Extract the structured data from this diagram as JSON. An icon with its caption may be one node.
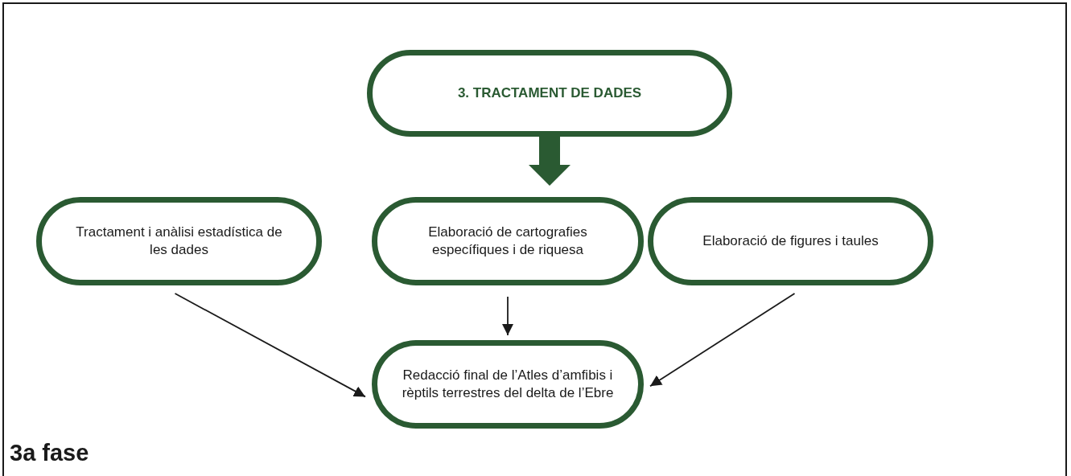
{
  "diagram": {
    "caption": "3a fase",
    "nodes": [
      {
        "text": [
          "3. TRACTAMENT DE DADES"
        ]
      },
      {
        "text": [
          "Tractament i anàlisi estadística de les dades"
        ]
      },
      {
        "text": [
          "Elaboració de cartografies específiques i de riquesa"
        ]
      },
      {
        "text": [
          "Elaboració de figures i taules"
        ]
      },
      {
        "text": [
          "Redacció final de l’Atles d’amfibis i rèptils terrestres del delta de l’Ebre"
        ]
      }
    ],
    "edges": [
      {
        "from": 0,
        "to": 2,
        "arrow": "to",
        "style": "thick",
        "color": "#2a5a32"
      },
      {
        "from": 1,
        "to": 4,
        "arrow": "to"
      },
      {
        "from": 2,
        "to": 4,
        "arrow": "to"
      },
      {
        "from": 3,
        "to": 4,
        "arrow": "to"
      }
    ]
  }
}
